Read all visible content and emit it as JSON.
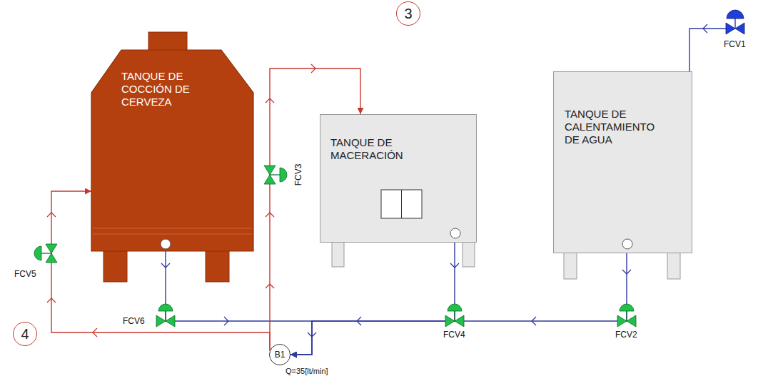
{
  "diagram": {
    "nodes": [
      {
        "text": [
          "TANQUE DE COCCIÓN DE CERVEZA"
        ]
      },
      {
        "text": [
          "3"
        ]
      },
      {
        "text": [
          "TANQUE DE MACERACIÓN"
        ]
      },
      {
        "text": [
          "TANQUE DE CALENTAMIENTO DE AGUA"
        ]
      },
      {
        "text": [
          "4"
        ]
      },
      {
        "text": [
          "B1"
        ]
      }
    ],
    "edges": [
      {
        "from": 3,
        "to": 5,
        "arrow": "to"
      },
      {
        "from": 2,
        "to": 5,
        "arrow": "to"
      },
      {
        "from": 0,
        "to": 5,
        "arrow": "to"
      },
      {
        "from": 5,
        "to": 2,
        "arrow": "to"
      },
      {
        "from": 5,
        "to": 0,
        "arrow": "to"
      }
    ],
    "labels": [
      "FCV1",
      "FCV3",
      "FCV5",
      "FCV6",
      "FCV4",
      "FCV2",
      "Q=35[lt/min]"
    ]
  }
}
